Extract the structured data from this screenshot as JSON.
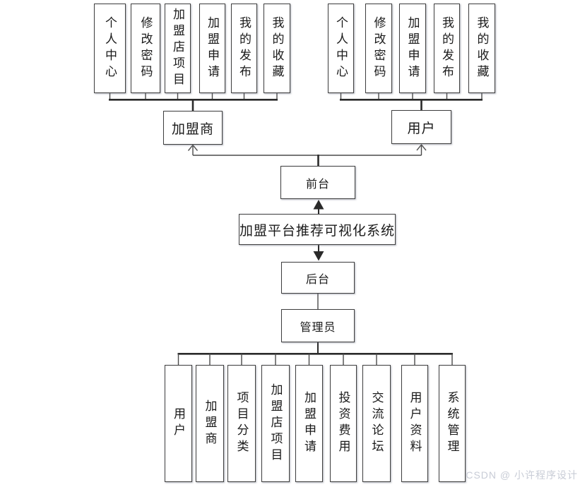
{
  "diagram": {
    "title": "加盟平台推荐可视化系统",
    "front_node": "前台",
    "back_node": "后台",
    "admin_node": "管理员",
    "franchisee_node": "加盟商",
    "user_node": "用户",
    "franchisee_functions": [
      "个人中心",
      "修改密码",
      "加盟店项目",
      "加盟申请",
      "我的发布",
      "我的收藏"
    ],
    "user_functions": [
      "个人中心",
      "修改密码",
      "加盟申请",
      "我的发布",
      "我的收藏"
    ],
    "admin_functions": [
      "用户",
      "加盟商",
      "项目分类",
      "加盟店项目",
      "加盟申请",
      "投资费用",
      "交流论坛",
      "用户资料",
      "系统管理"
    ]
  },
  "watermark": "CSDN @ 小许程序设计",
  "colors": {
    "background": "#ffffff",
    "line": "#2a2a2a",
    "stub": "#4a4a4a",
    "border": "#3f3f3f",
    "text": "#1a1a1a",
    "watermark": "#c8ccd6"
  }
}
